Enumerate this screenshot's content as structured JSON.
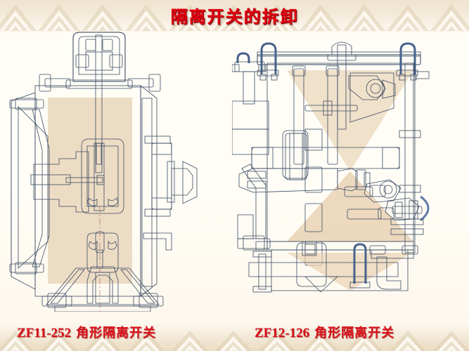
{
  "slide": {
    "title": "隔离开关的拆卸",
    "title_color": "#e2000f",
    "background_color": "#fffdf7",
    "border_pattern": "nested-triangle-greek-key"
  },
  "figures": [
    {
      "id": "left-figure",
      "caption_model": "ZF11-252",
      "caption_name": "角形隔离开关",
      "description": "Vertical cross-section of an angle-type disconnector switch",
      "colors": {
        "operating_box": "#8fc9a8",
        "housing_flange": "#5f8fc0",
        "insulator_cone": "#a08059",
        "contact_conductor": "#e06a8e",
        "drive_rod": "#8a6235",
        "chamber_fill": "#e6c9a8"
      }
    },
    {
      "id": "right-figure",
      "caption_model": "ZF12-126",
      "caption_name": "角形隔离开关",
      "description": "Vertical cross-section of an angle-type disconnector switch with copper bus conductors",
      "colors": {
        "housing_flange": "#5c84b4",
        "bus_conductor": "#e08a5e",
        "linkage": "#9fb3ca",
        "insulator_support": "#c9b79b",
        "chamber_fill": "#e8d2b6"
      }
    }
  ],
  "captions": {
    "left": {
      "model": "ZF11-252",
      "name": "角形隔离开关"
    },
    "right": {
      "model": "ZF12-126",
      "name": "角形隔离开关"
    }
  }
}
